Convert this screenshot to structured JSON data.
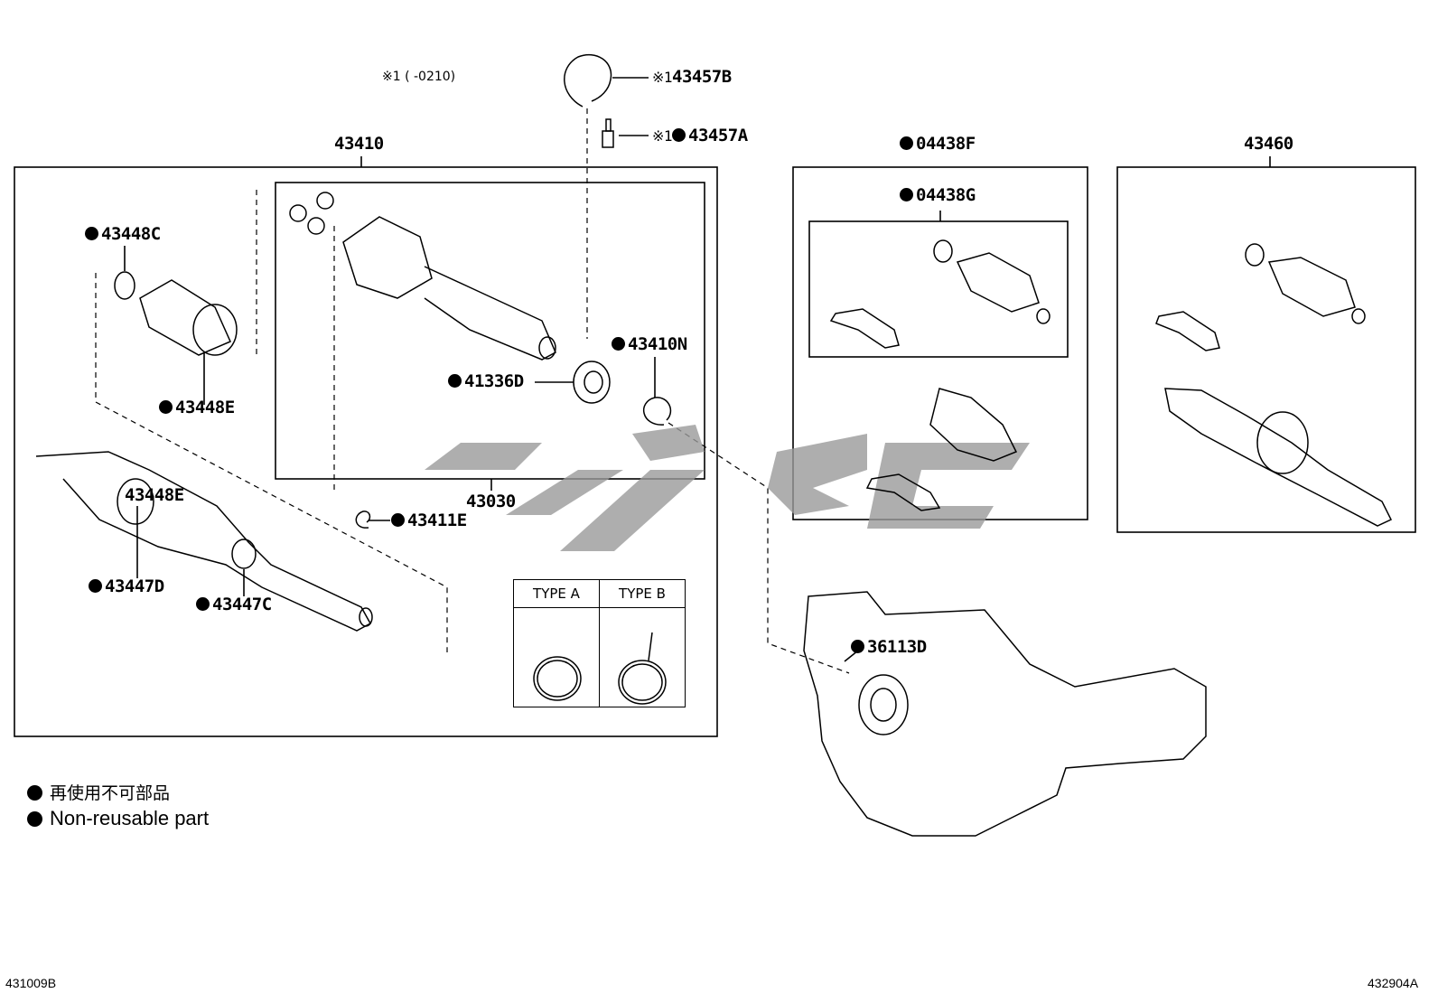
{
  "note_marker": "※1 (    -0210)",
  "parts": {
    "p43457B": {
      "mark": "※1",
      "number": "43457B"
    },
    "p43457A": {
      "mark": "※1",
      "number": "43457A"
    },
    "p43410": "43410",
    "p43030": "43030",
    "p43448C": "43448C",
    "p43448E": "43448E",
    "p41336D": "41336D",
    "p43410N": "43410N",
    "p43448E_b": "43448E",
    "p43447D": "43447D",
    "p43447C": "43447C",
    "p43411E": "43411E",
    "p04438F": "04438F",
    "p04438G": "04438G",
    "p43460": "43460",
    "p36113D": "36113D"
  },
  "clamp_types": {
    "type_a": "TYPE A",
    "type_b": "TYPE B"
  },
  "legend": {
    "japanese": "再使用不可部品",
    "english": "Non-reusable part"
  },
  "footer": {
    "left_code": "431009B",
    "right_code": "432904A"
  },
  "watermark": {
    "color": "#9a9a9a"
  }
}
